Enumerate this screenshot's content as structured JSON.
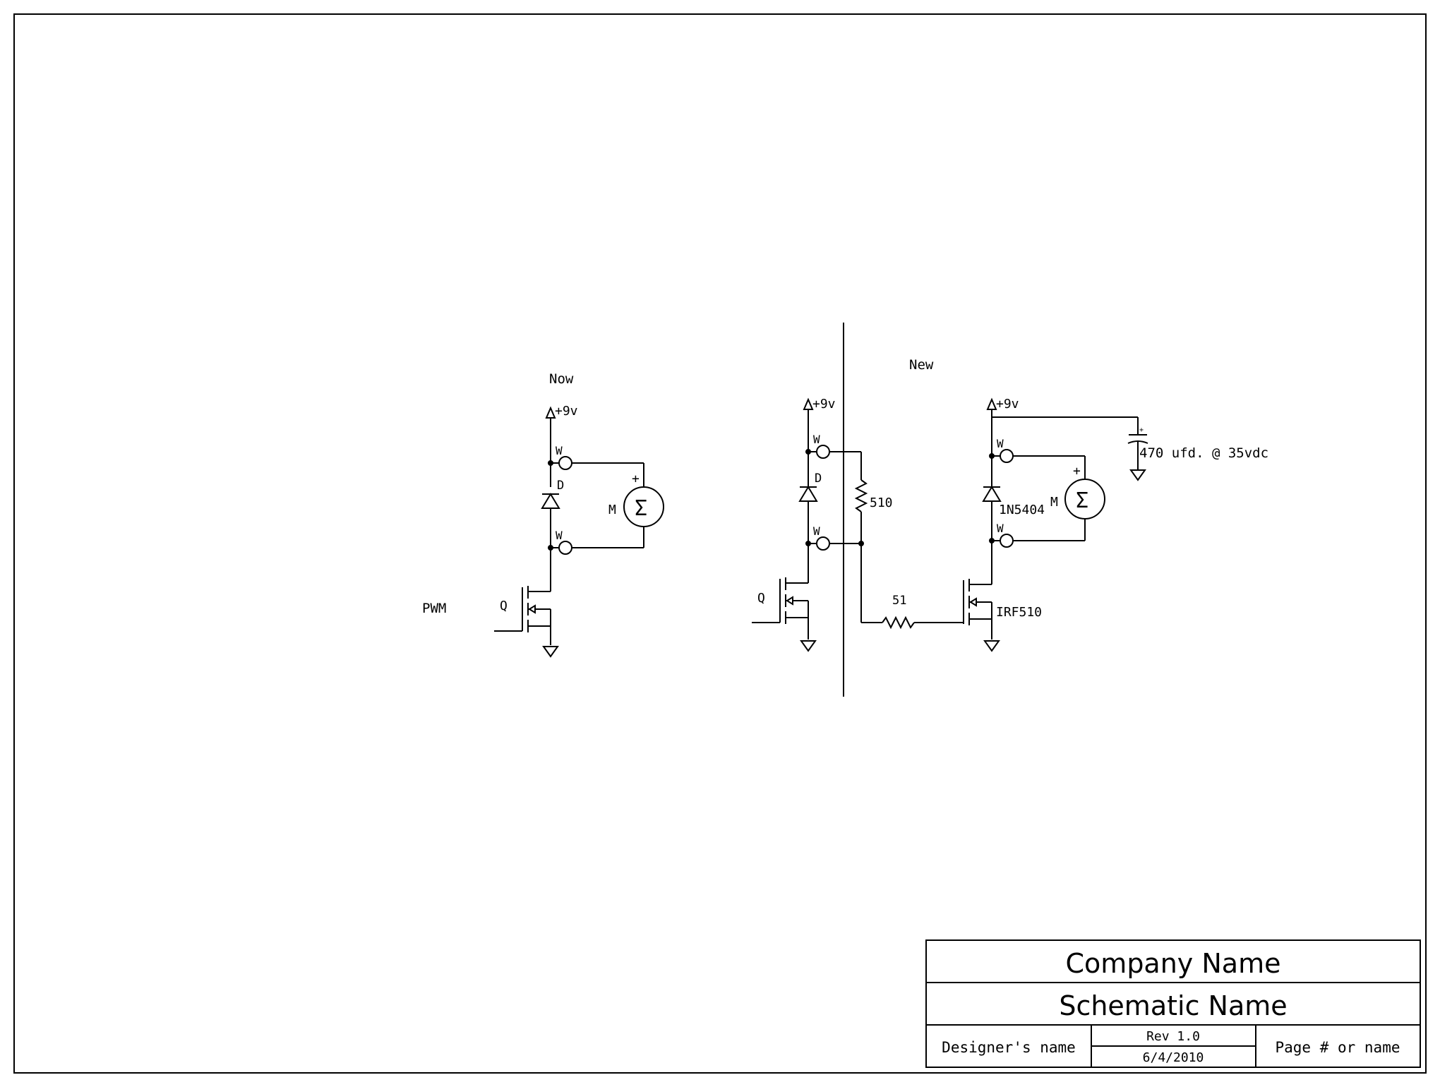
{
  "labels": {
    "now_section": "Now",
    "new_section": "New",
    "pwm": "PWM"
  },
  "left_circuit": {
    "supply": "+9v",
    "wire_top": "W",
    "wire_bottom": "W",
    "diode": "D",
    "motor": "M",
    "motor_plus": "+",
    "transistor": "Q"
  },
  "mid_circuit": {
    "supply": "+9v",
    "wire_top": "W",
    "wire_bottom": "W",
    "diode": "D",
    "transistor": "Q",
    "resistor_510": "510",
    "resistor_51": "51"
  },
  "right_circuit": {
    "supply": "+9v",
    "wire_top": "W",
    "wire_bottom": "W",
    "diode": "1N5404",
    "motor": "M",
    "motor_plus": "+",
    "mosfet": "IRF510",
    "capacitor": "470 ufd. @ 35vdc",
    "capacitor_plus": "+"
  },
  "title_block": {
    "company": "Company Name",
    "schematic": "Schematic Name",
    "designer": "Designer's name",
    "revision": "Rev 1.0",
    "date": "6/4/2010",
    "page": "Page # or name"
  }
}
